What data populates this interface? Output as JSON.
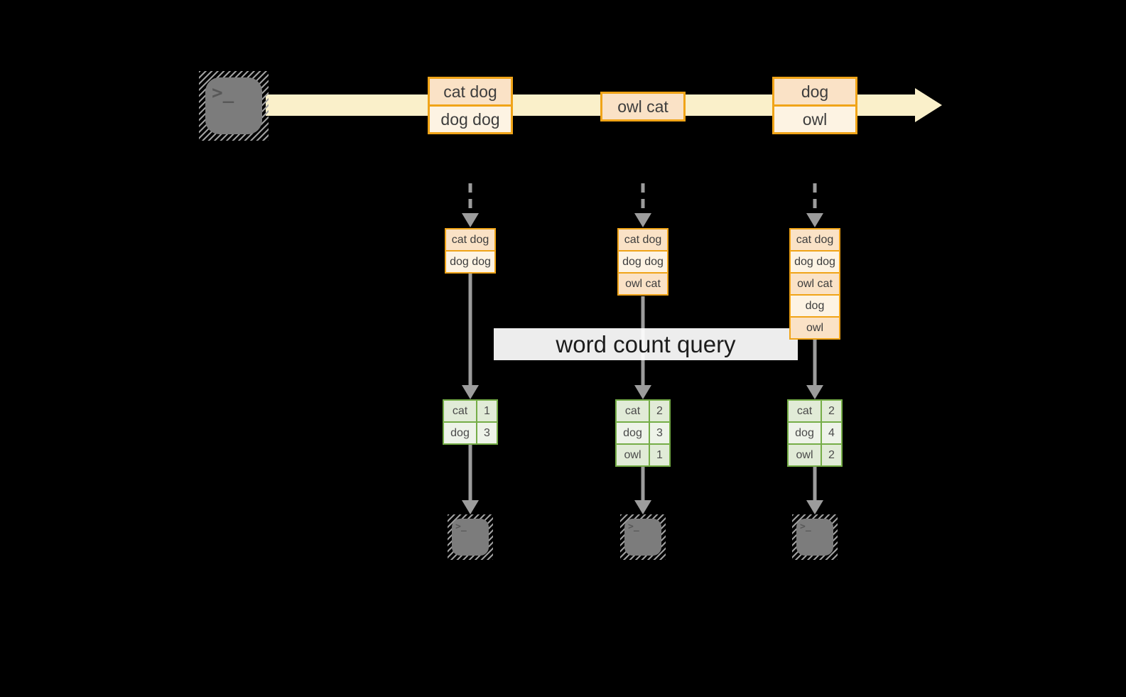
{
  "diagram": {
    "query_label": "word count query",
    "terminal_glyph": ">_",
    "stream": {
      "batches": [
        {
          "cells": [
            "cat dog",
            "dog dog"
          ]
        },
        {
          "cells": [
            "owl cat"
          ]
        },
        {
          "cells": [
            "dog",
            "owl"
          ]
        }
      ]
    },
    "columns": [
      {
        "input": [
          "cat dog",
          "dog dog"
        ],
        "result": [
          {
            "word": "cat",
            "count": "1"
          },
          {
            "word": "dog",
            "count": "3"
          }
        ]
      },
      {
        "input": [
          "cat dog",
          "dog dog",
          "owl cat"
        ],
        "result": [
          {
            "word": "cat",
            "count": "2"
          },
          {
            "word": "dog",
            "count": "3"
          },
          {
            "word": "owl",
            "count": "1"
          }
        ]
      },
      {
        "input": [
          "cat dog",
          "dog dog",
          "owl cat",
          "dog",
          "owl"
        ],
        "result": [
          {
            "word": "cat",
            "count": "2"
          },
          {
            "word": "dog",
            "count": "4"
          },
          {
            "word": "owl",
            "count": "2"
          }
        ]
      }
    ],
    "colors": {
      "background": "#000000",
      "stream_band": "#faf0ca",
      "record_border": "#f0a418",
      "record_fill_dark": "#fae2c6",
      "record_fill_light": "#fdf3e3",
      "table_border": "#75ad47",
      "table_row_dark": "#e1ebd7",
      "table_row_light": "#eef3e9",
      "arrow_gray": "#9c9c9c",
      "terminal_gray": "#7c7c7c",
      "query_band": "#ffffff"
    }
  }
}
